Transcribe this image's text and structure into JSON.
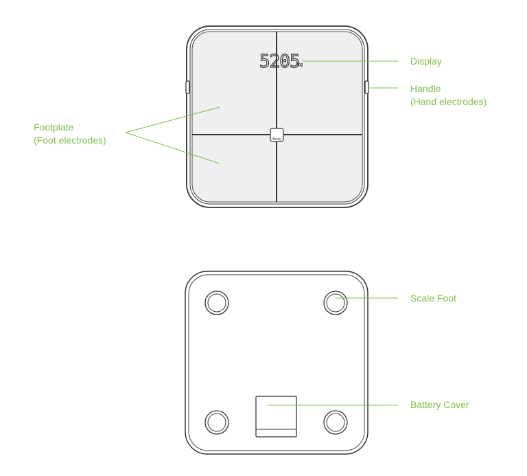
{
  "display_reading": "5205",
  "display_unit": "kg",
  "button_label": "Body",
  "labels": {
    "display": [
      "Display"
    ],
    "handle": [
      "Handle",
      "(Hand electrodes)"
    ],
    "footplate": [
      "Footplate",
      "(Foot electrodes)"
    ],
    "scale_foot": [
      "Scale Foot"
    ],
    "battery_cover": [
      "Battery Cover"
    ]
  },
  "colors": {
    "annotation": "#7ec04a",
    "outline": "#333333",
    "plate": "#efefef"
  }
}
